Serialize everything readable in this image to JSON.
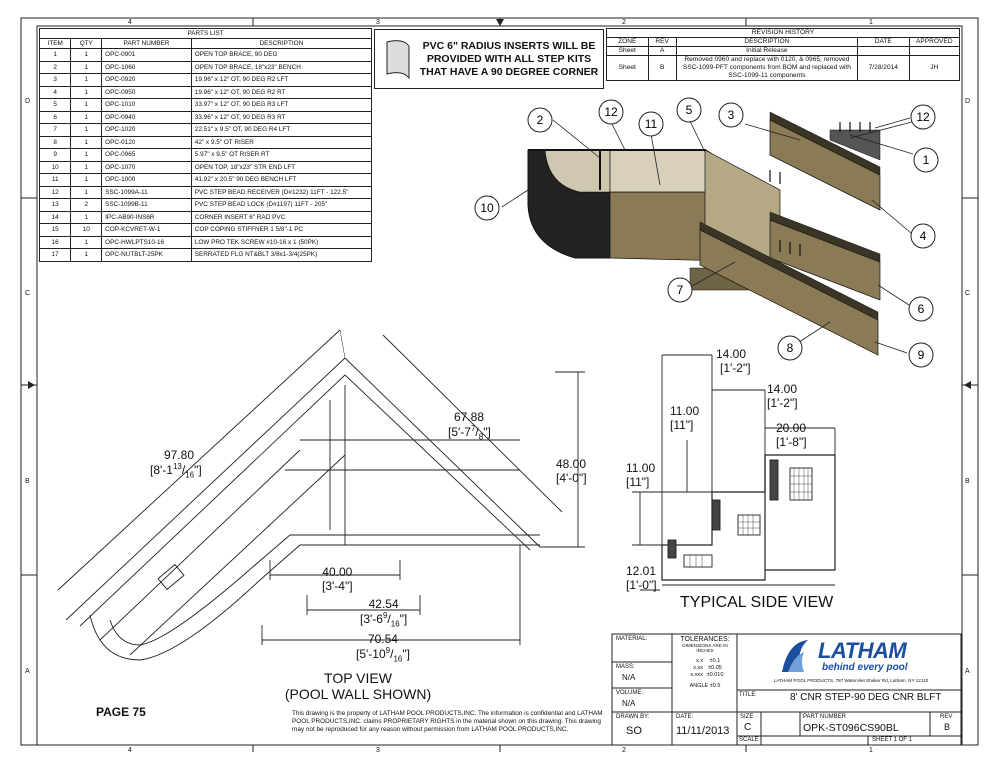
{
  "border": {
    "top_zones": [
      "4",
      "3",
      "2",
      "1"
    ],
    "bottom_zones": [
      "4",
      "3",
      "2",
      "1"
    ],
    "left_zones": [
      "D",
      "C",
      "B",
      "A"
    ],
    "right_zones": [
      "D",
      "C",
      "B",
      "A"
    ]
  },
  "parts_list": {
    "title": "PARTS LIST",
    "headers": [
      "ITEM",
      "QTY",
      "PART NUMBER",
      "DESCRIPTION"
    ],
    "rows": [
      [
        "1",
        "1",
        "OPC-0901",
        "OPEN TOP BRACE, 90 DEG"
      ],
      [
        "2",
        "1",
        "OPC-1060",
        "OPEN TOP BRACE, 18\"x23\" BENCH"
      ],
      [
        "3",
        "1",
        "OPC-0920",
        "19.96\" x 12\" OT, 90 DEG R2 LFT"
      ],
      [
        "4",
        "1",
        "OPC-0950",
        "19.96\" x 12\" OT, 90 DEG R2 RT"
      ],
      [
        "5",
        "1",
        "OPC-1010",
        "33.97\" x 12\" OT, 90 DEG R3 LFT"
      ],
      [
        "6",
        "1",
        "OPC-0940",
        "33.96\" x 12\" OT, 90 DEG R3 RT"
      ],
      [
        "7",
        "1",
        "OPC-1020",
        "22.51\" x 9.5\" OT, 90 DEG R4 LFT"
      ],
      [
        "8",
        "1",
        "OPC-0120",
        "42\" x 9.5\" OT RISER"
      ],
      [
        "9",
        "1",
        "OPC-0965",
        "5.97\" x 9.5\" OT RISER RT"
      ],
      [
        "10",
        "1",
        "OPC-1070",
        "OPEN TOP, 18\"x23\" STR END LFT"
      ],
      [
        "11",
        "1",
        "OPC-1000",
        "41.92\" x 20.5\" 90 DEG BENCH LFT"
      ],
      [
        "12",
        "1",
        "SSC-1099A-11",
        "PVC STEP BEAD RECEIVER (D#1232) 11FT - 122.5\""
      ],
      [
        "13",
        "2",
        "SSC-1099B-11",
        "PVC STEP BEAD LOCK (D#1197) 11FT - 205\""
      ],
      [
        "14",
        "1",
        "IPC-AB90-INS6R",
        "CORNER INSERT 6\" RAD PVC"
      ],
      [
        "15",
        "10",
        "COP-KCVRET-W-1",
        "COP COPING STIFFNER 1 5/8\"-1 PC"
      ],
      [
        "16",
        "1",
        "OPC-HWLPTS10-16",
        "LOW PRO TEK SCREW #10-16 x 1 (50PK)"
      ],
      [
        "17",
        "1",
        "OPC-NUTBLT-25PK",
        "SERRATED FLG NT&BLT 3/8x1-3/4(25PK)"
      ]
    ]
  },
  "note": {
    "line1": "PVC 6\" RADIUS INSERTS WILL BE",
    "line2": "PROVIDED WITH ALL STEP KITS",
    "line3": "THAT HAVE A 90 DEGREE CORNER"
  },
  "revision_history": {
    "title": "REVISION HISTORY",
    "headers": [
      "ZONE",
      "REV",
      "DESCRIPTION",
      "DATE",
      "APPROVED"
    ],
    "rows": [
      {
        "zone": "Sheet",
        "rev": "A",
        "description": "Initial Release",
        "date": "",
        "approved": ""
      },
      {
        "zone": "Sheet",
        "rev": "B",
        "description": "Removed 0960 and replace with 0120, & 0965, removed SSC-1099-PFT components from BOM and replaced with SSC-1099-11 components",
        "date": "7/28/2014",
        "approved": "JH"
      }
    ]
  },
  "callouts": [
    "1",
    "2",
    "3",
    "4",
    "5",
    "6",
    "7",
    "8",
    "9",
    "10",
    "11",
    "12",
    "12"
  ],
  "top_view": {
    "title_line1": "TOP VIEW",
    "title_line2": "(POOL WALL SHOWN)",
    "dims": {
      "d97": "97.80",
      "d97_ft": "[8'-1",
      "d97_frac_num": "13",
      "d97_frac_den": "16",
      "d67": "67.88",
      "d67_ft": "[5'-7",
      "d67_frac_num": "7",
      "d67_frac_den": "8",
      "d48": "48.00",
      "d48_ft": "[4'-0\"]",
      "d40": "40.00",
      "d40_ft": "[3'-4\"]",
      "d42": "42.54",
      "d42_ft": "[3'-6",
      "d42_frac_num": "9",
      "d42_frac_den": "16",
      "d70": "70.54",
      "d70_ft": "[5'-10",
      "d70_frac_num": "9",
      "d70_frac_den": "16"
    }
  },
  "side_view": {
    "title": "TYPICAL SIDE VIEW",
    "dims": {
      "a": "14.00",
      "a_ft": "[1'-2\"]",
      "b": "14.00",
      "b_ft": "[1'-2\"]",
      "c": "11.00",
      "c_ft": "[11\"]",
      "d": "20.00",
      "d_ft": "[1'-8\"]",
      "e": "11.00",
      "e_ft": "[11\"]",
      "f": "12.01",
      "f_ft": "[1'-0\"]"
    }
  },
  "page_label": "PAGE 75",
  "proprietary_text": "This drawing is the property of LATHAM POOL PRODUCTS,INC. The information is confidential and LATHAM POOL PRODUCTS,INC. claims PROPRIETARY RIGHTS in the material shown on this drawing. This drawing may not be reproduced for any reason without permission from LATHAM POOL PRODUCTS,INC.",
  "title_block": {
    "material_label": "MATERIAL:",
    "tolerances_label": "TOLERANCES:",
    "tolerances_sub": "DIMENSIONS ARE IN INCHES",
    "tol_rows": [
      [
        "x.x",
        "±0.1"
      ],
      [
        "x.xx",
        "±0.05"
      ],
      [
        "x.xxx",
        "±0.010"
      ]
    ],
    "angle": "ANGLE ±0.5",
    "mass_label": "MASS:",
    "mass_value": "N/A",
    "volume_label": "VOLUME:",
    "volume_value": "N/A",
    "drawn_by_label": "DRAWN BY:",
    "drawn_by_value": "SO",
    "date_label": "DATE:",
    "date_value": "11/11/2013",
    "size_label": "SIZE",
    "size_value": "C",
    "scale_label": "SCALE",
    "title_label": "TITLE",
    "title_value": "8' CNR STEP-90 DEG CNR BLFT",
    "part_number_label": "PART NUMBER",
    "part_number_value": "OPK-ST096CS90BL",
    "rev_label": "REV",
    "rev_value": "B",
    "sheet": "SHEET 1 OF 1",
    "logo_text": "LATHAM",
    "logo_tagline": "behind every pool",
    "address": "LATHAM POOL PRODUCTS, 787 Watervliet Shaker Rd, Latham, NY 12110"
  },
  "colors": {
    "accent": "#1a4fa0",
    "panel": "#8a7a55",
    "dark": "#222222"
  }
}
